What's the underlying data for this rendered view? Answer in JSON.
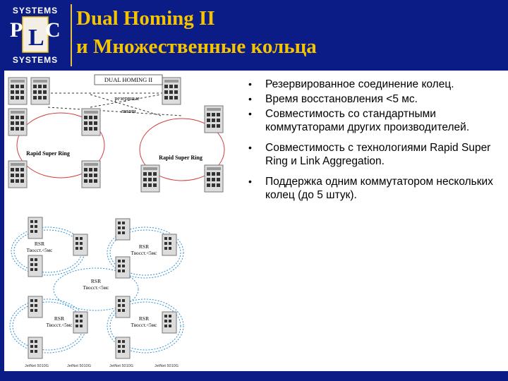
{
  "header": {
    "logo": {
      "top_text": "SYSTEMS",
      "bottom_text": "SYSTEMS",
      "mark": "PLC"
    },
    "title_line1": "Dual Homing II",
    "title_line2": "и Множественные кольца"
  },
  "diagram1": {
    "label_top": "DUAL HOMING II",
    "label_reserve": "резервные",
    "label_links": "линии",
    "ring_left": "Rapid Super Ring",
    "ring_right": "Rapid Super Ring"
  },
  "diagram2": {
    "rings": [
      {
        "name": "RSR",
        "time": "Tвосст.<5мс"
      },
      {
        "name": "RSR",
        "time": "Tвосст.<5мс"
      },
      {
        "name": "RSR",
        "time": "Tвосст.<5мс"
      },
      {
        "name": "RSR",
        "time": "Tвосст.<5мс"
      },
      {
        "name": "RSR",
        "time": "Tвосст.<5мс"
      }
    ],
    "device_labels": [
      "JetNet 5010G",
      "JetNet 5010G",
      "JetNet 5010G",
      "JetNet 5010G"
    ]
  },
  "bullets": [
    "Резервированное соединение колец.",
    "Время восстановления <5 мс.",
    "Совместимость со стандартными коммутаторами других производителей.",
    "Совместимость с технологиями Rapid Super Ring и Link Aggregation.",
    "Поддержка одним коммутатором нескольких колец (до 5 штук)."
  ],
  "colors": {
    "brand_blue": "#0b1c86",
    "title_yellow": "#f5c400",
    "ring_red": "#d23c3c",
    "ring_blue": "#2e8fd6"
  }
}
